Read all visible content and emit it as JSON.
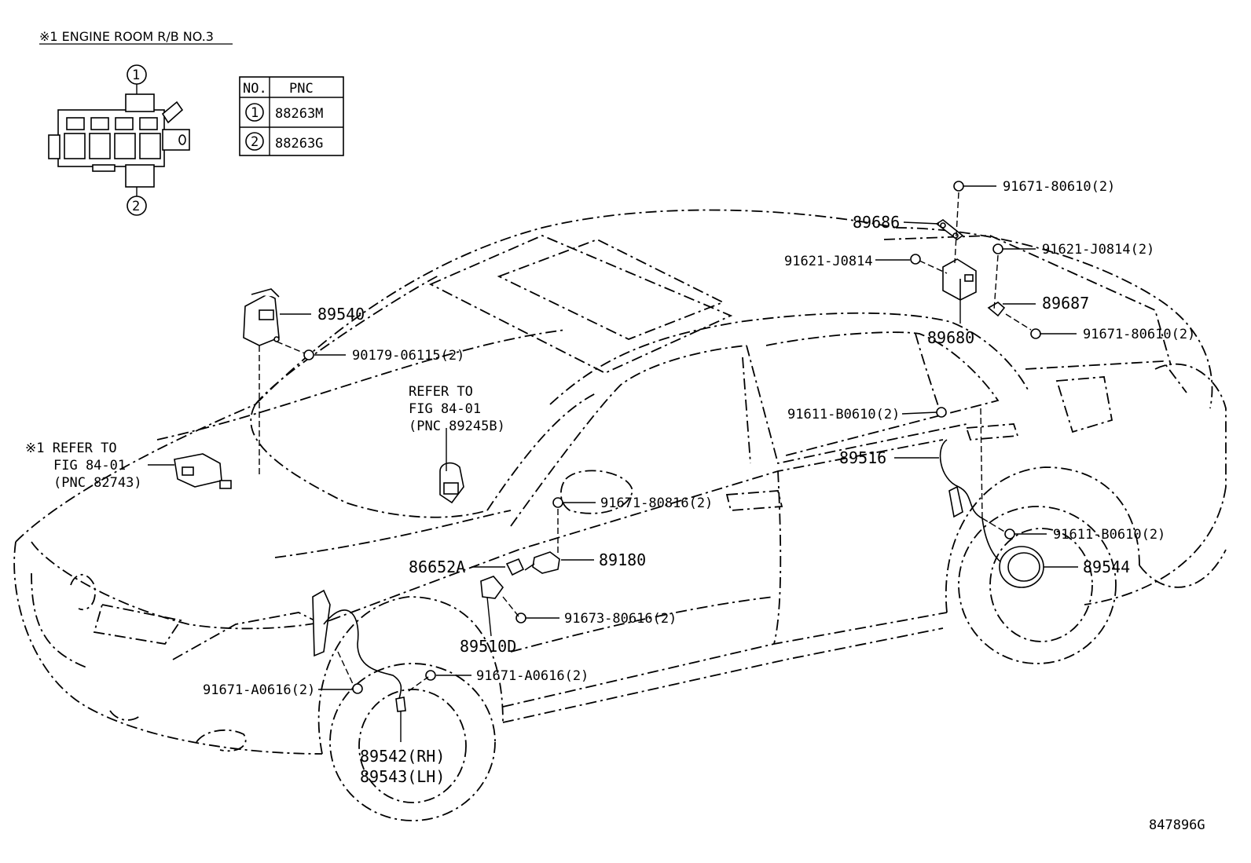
{
  "inset": {
    "title": "※1 ENGINE ROOM R/B NO.3",
    "callout_1": "1",
    "callout_2": "2",
    "table": {
      "header_no": "NO.",
      "header_pnc": "PNC",
      "rows": [
        {
          "no": "1",
          "pnc": "88263M"
        },
        {
          "no": "2",
          "pnc": "88263G"
        }
      ]
    }
  },
  "notes": {
    "refer_left": [
      "※1 REFER TO",
      "FIG 84-01",
      "(PNC 82743)"
    ],
    "refer_center": [
      "REFER TO",
      "FIG 84-01",
      "(PNC 89245B)"
    ]
  },
  "labels": {
    "p91671_80610_top": "91671-80610(2)",
    "p89686": "89686",
    "p91621_J0814_left": "91621-J0814",
    "p91621_J0814_right": "91621-J0814(2)",
    "p89687": "89687",
    "p89680": "89680",
    "p91671_80610_right": "91671-80610(2)",
    "p89540": "89540",
    "p90179": "90179-06115(2)",
    "p91611_B0610_upper": "91611-B0610(2)",
    "p89516": "89516",
    "p91671_80816": "91671-80816(2)",
    "p91611_B0610_lower": "91611-B0610(2)",
    "p86652A": "86652A",
    "p89180": "89180",
    "p89544": "89544",
    "p91673": "91673-80616(2)",
    "p89510D": "89510D",
    "p91671_A0616_right": "91671-A0616(2)",
    "p91671_A0616_left": "91671-A0616(2)",
    "p89542": "89542(RH)",
    "p89543": "89543(LH)"
  },
  "figure_id": "847896G"
}
